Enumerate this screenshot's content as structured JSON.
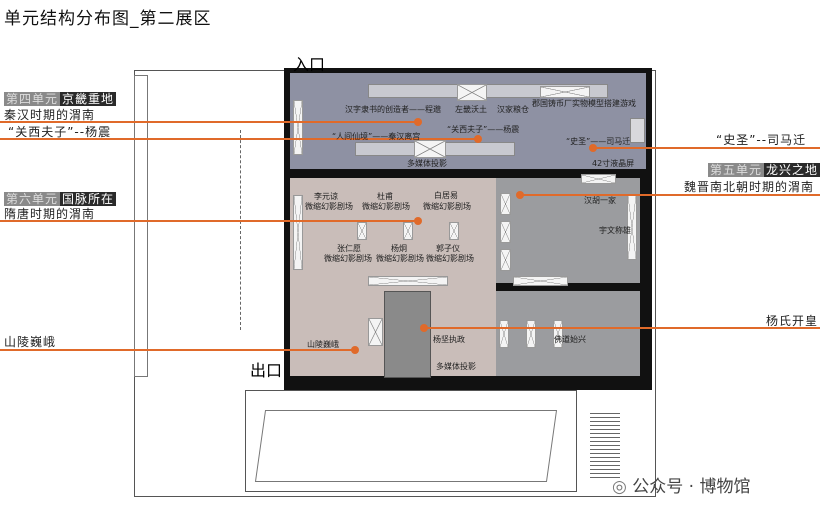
{
  "title": "单元结构分布图_第二展区",
  "entrance": "入口",
  "exit": "出口",
  "units": [
    {
      "number": "第四单元",
      "name": "京畿重地",
      "subtitle": "秦汉时期的渭南",
      "extra": "“关西夫子”--杨震"
    },
    {
      "number": "第五单元",
      "name": "龙兴之地",
      "subtitle": "魏晋南北朝时期的渭南",
      "extra": "“史圣”--司马迁"
    },
    {
      "number": "第六单元",
      "name": "国脉所在",
      "subtitle": "隋唐时期的渭南"
    }
  ],
  "side_labels": {
    "shanling": "山陵巍峨",
    "yang": "杨氏开皇"
  },
  "plan_labels": {
    "chengmiao": "汉字隶书的创造者——程邈",
    "zuofeng": "左畿沃土",
    "liangcang": "汉家粮仓",
    "zhubi": "郡国铸币厂实物模型搭建游戏",
    "xianjing": "“人间仙境”——秦汉离宫",
    "yangzhen": "“关西夫子”——杨震",
    "simaqian": "“史圣”——司马迁",
    "media1": "多媒体投影",
    "lcd": "42寸液晶屏",
    "li": "李元谅",
    "du": "杜甫",
    "bai": "白居易",
    "zhang": "张仁愿",
    "yangjiong": "杨炯",
    "guo": "郭子仪",
    "theatre": "微缩幻影剧场",
    "hanhu": "汉胡一家",
    "yuwen": "宇文称雄",
    "shanling": "山陵巍峨",
    "yangjian": "杨坚执政",
    "fodao": "佛道始兴",
    "media2": "多媒体投影"
  },
  "watermark": "公众号 · 博物馆",
  "colors": {
    "accent": "#e06a2a",
    "zone_qinhan": "#8e91a3",
    "zone_suitang": "#c9bdb9",
    "zone_weijin": "#9b9c9f"
  }
}
